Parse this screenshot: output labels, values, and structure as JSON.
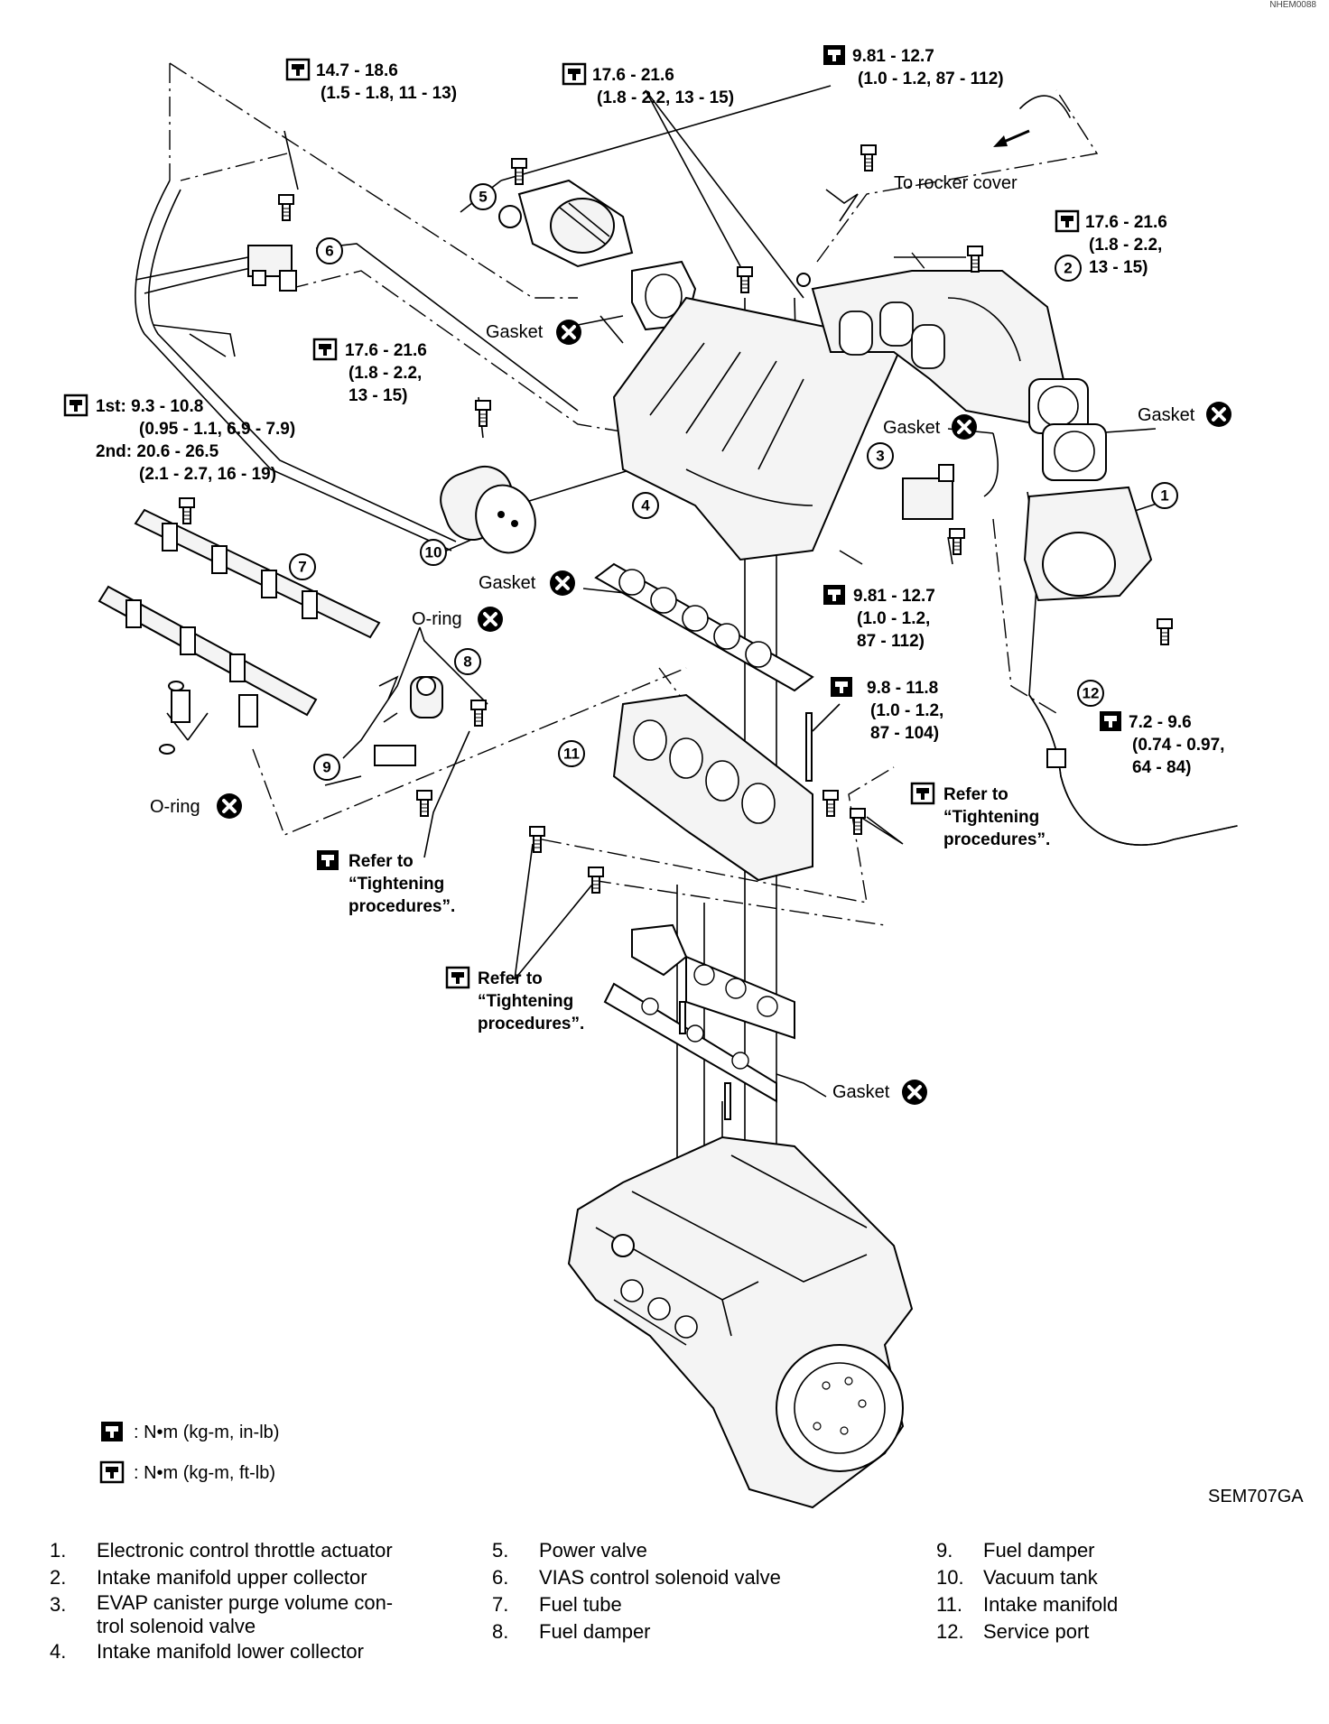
{
  "corner_code": "NHEM0088",
  "figure_code": "SEM707GA",
  "units": {
    "in_lb": ": N•m (kg-m, in-lb)",
    "ft_lb": ": N•m (kg-m, ft-lb)"
  },
  "torques": {
    "t1": [
      "14.7 - 18.6",
      "(1.5 - 1.8, 11 - 13)"
    ],
    "t2": [
      "17.6 - 21.6",
      "(1.8 - 2.2, 13 - 15)"
    ],
    "t3": [
      "9.81 - 12.7",
      "(1.0 - 1.2, 87 - 112)"
    ],
    "t4": [
      "17.6 - 21.6",
      "(1.8 - 2.2,",
      "13 - 15)"
    ],
    "t5": [
      "17.6 - 21.6",
      "(1.8 - 2.2,",
      "13 - 15)"
    ],
    "t6": [
      "1st: 9.3 - 10.8",
      "(0.95 - 1.1, 6.9 - 7.9)",
      "2nd: 20.6 - 26.5",
      "(2.1 - 2.7, 16 - 19)"
    ],
    "t7": [
      "9.81 - 12.7",
      "(1.0 - 1.2,",
      "87 - 112)"
    ],
    "t8": [
      "9.8 - 11.8",
      "(1.0 - 1.2,",
      "87 - 104)"
    ],
    "t9": [
      "7.2 - 9.6",
      "(0.74 - 0.97,",
      "64 - 84)"
    ]
  },
  "refer": [
    "Refer to",
    "“Tightening",
    "procedures”."
  ],
  "labels": {
    "gasket": "Gasket",
    "oring": "O-ring",
    "to_rocker_cover": "To rocker cover"
  },
  "callouts": [
    "1",
    "2",
    "3",
    "4",
    "5",
    "6",
    "7",
    "8",
    "9",
    "10",
    "11",
    "12"
  ],
  "parts_legend": [
    {
      "n": "1.",
      "t": "Electronic control throttle actuator"
    },
    {
      "n": "2.",
      "t": "Intake manifold upper collector"
    },
    {
      "n": "3.",
      "t": "EVAP canister purge volume con-\ntrol solenoid valve"
    },
    {
      "n": "4.",
      "t": "Intake manifold lower collector"
    },
    {
      "n": "5.",
      "t": "Power valve"
    },
    {
      "n": "6.",
      "t": "VIAS control solenoid valve"
    },
    {
      "n": "7.",
      "t": "Fuel tube"
    },
    {
      "n": "8.",
      "t": "Fuel damper"
    },
    {
      "n": "9.",
      "t": "Fuel damper"
    },
    {
      "n": "10.",
      "t": "Vacuum tank"
    },
    {
      "n": "11.",
      "t": "Intake manifold"
    },
    {
      "n": "12.",
      "t": "Service port"
    }
  ]
}
